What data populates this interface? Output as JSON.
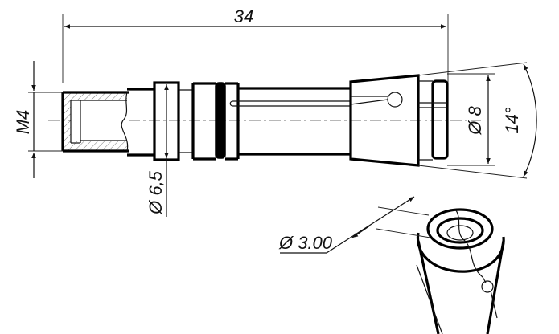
{
  "dimensions": {
    "overall_length": "34",
    "thread": "M4",
    "shank_diameter": "Ø 6,5",
    "collet_diameter": "Ø 8",
    "taper_angle": "14°",
    "bore_diameter": "Ø 3.00"
  },
  "colors": {
    "line": "#111111",
    "background": "#ffffff"
  }
}
